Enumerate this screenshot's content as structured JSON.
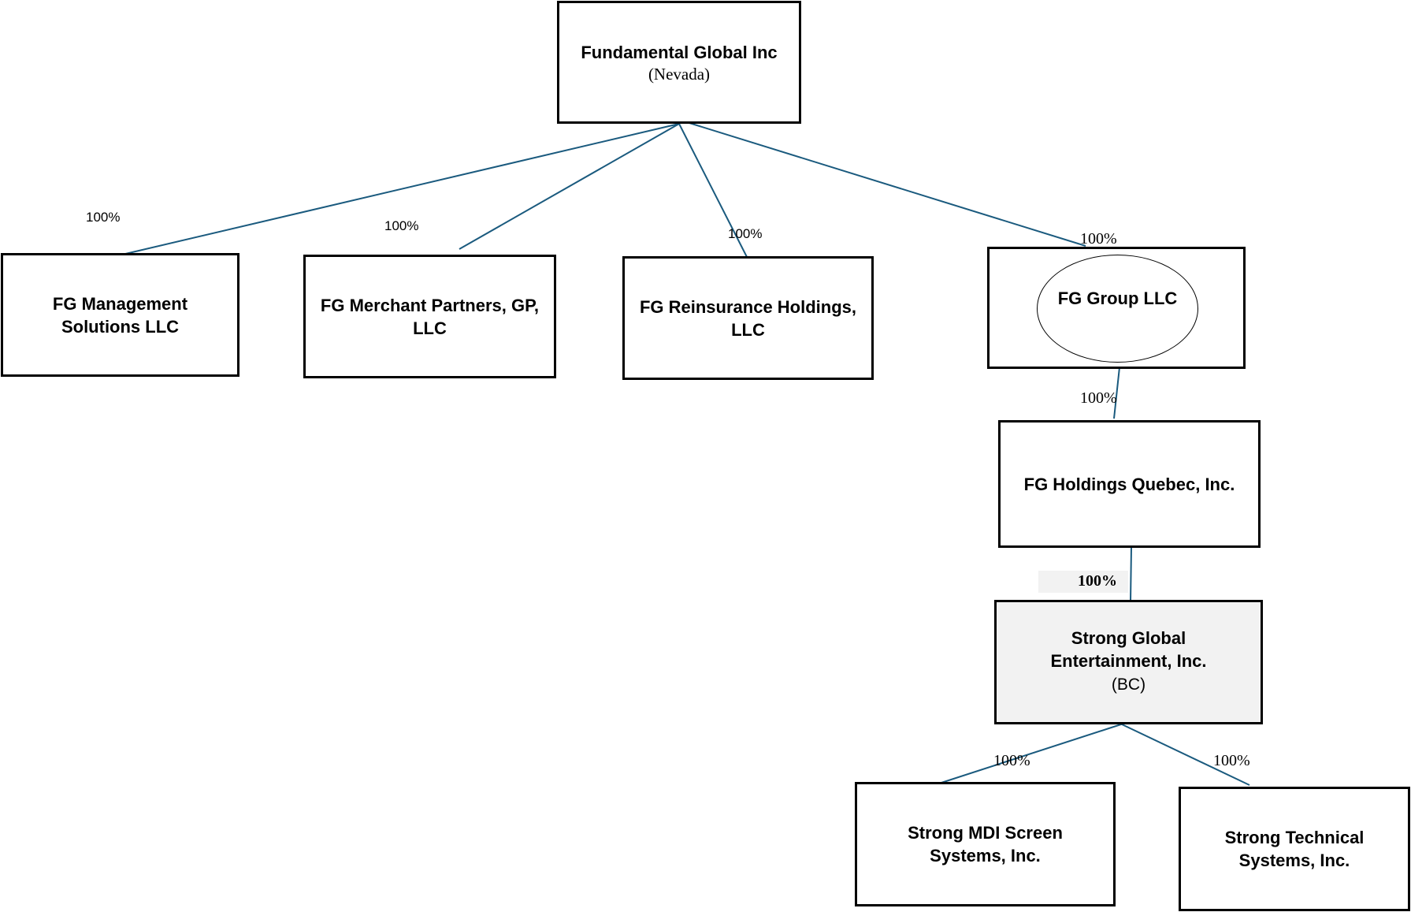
{
  "diagram": {
    "line_color": "#1a5a7e",
    "shaded_fill": "#f2f2f2",
    "nodes": {
      "parent": {
        "name": "Fundamental Global Inc",
        "jurisdiction": "(Nevada)"
      },
      "fg_management": {
        "name": "FG Management Solutions LLC"
      },
      "fg_merchant": {
        "name": "FG Merchant Partners, GP, LLC"
      },
      "fg_reinsurance": {
        "name": "FG Reinsurance Holdings, LLC"
      },
      "fg_group": {
        "name": "FG Group LLC"
      },
      "fg_holdings_quebec": {
        "name": "FG Holdings Quebec, Inc."
      },
      "strong_global": {
        "name": "Strong Global Entertainment, Inc.",
        "jurisdiction": "(BC)"
      },
      "strong_mdi": {
        "name": "Strong MDI Screen Systems, Inc."
      },
      "strong_technical": {
        "name": "Strong Technical Systems, Inc."
      }
    },
    "ownership": {
      "parent_to_fg_management": "100%",
      "parent_to_fg_merchant": "100%",
      "parent_to_fg_reinsurance": "100%",
      "parent_to_fg_group": "100%",
      "fg_group_to_fg_holdings_quebec": "100%",
      "fg_holdings_quebec_to_strong_global": "100%",
      "strong_global_to_strong_mdi": "100%",
      "strong_global_to_strong_technical": "100%"
    }
  }
}
